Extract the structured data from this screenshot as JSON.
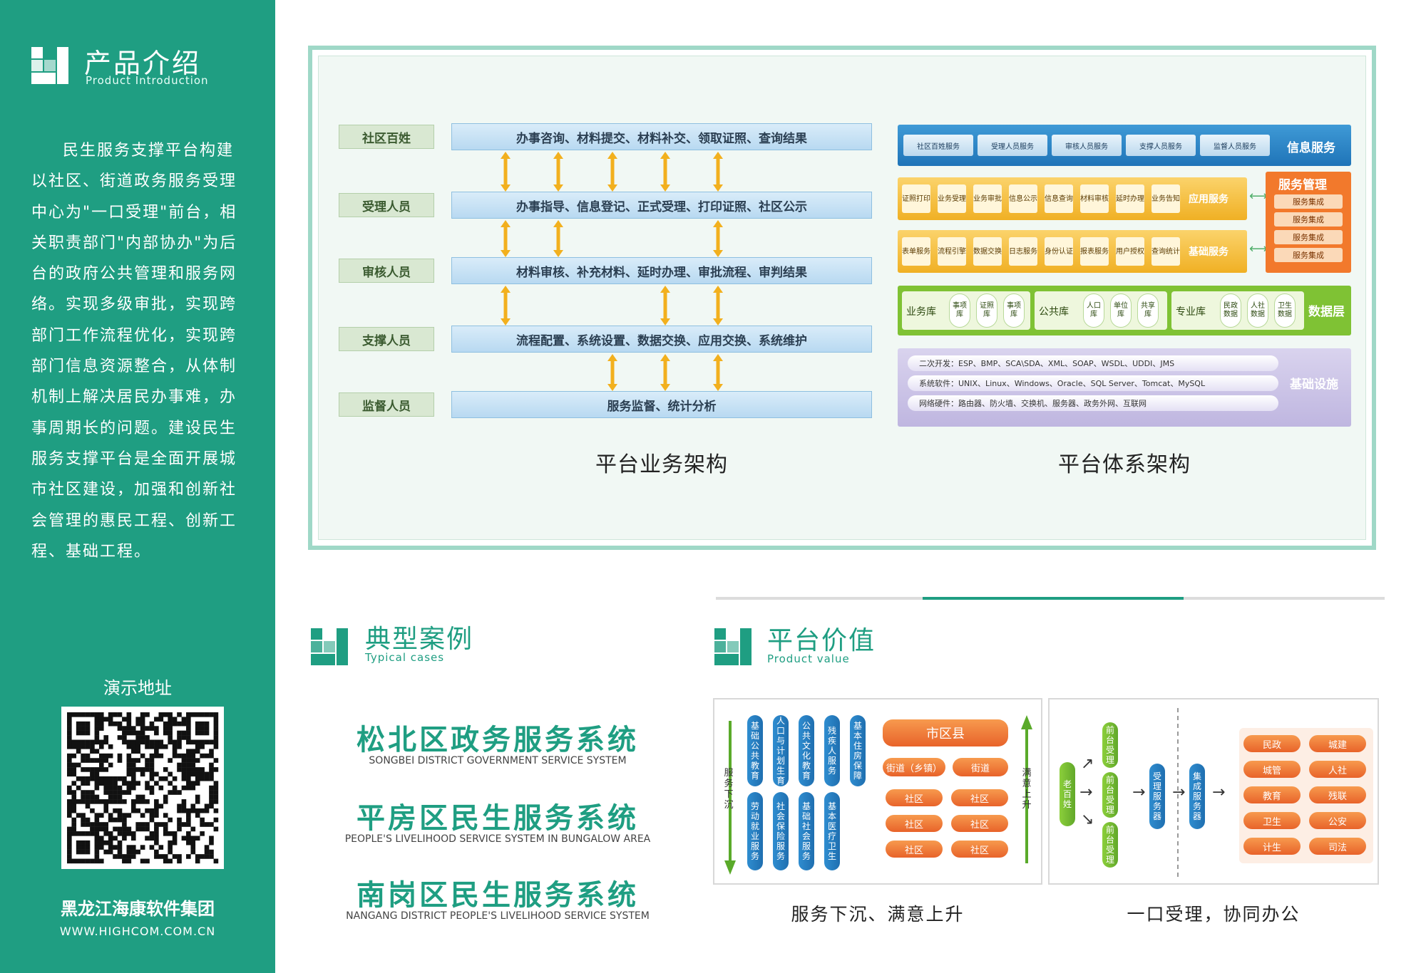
{
  "colors": {
    "brand": "#1f9e82",
    "frame": "#9fd8c7",
    "orange": "#f2792c",
    "blue": "#1f74b8",
    "green": "#7fc234",
    "purple": "#bfb6e0"
  },
  "sidebar": {
    "title": "产品介绍",
    "subtitle": "Product Introduction",
    "intro": "民生服务支撑平台构建以社区、街道政务服务受理中心为\"一口受理\"前台，相关职责部门\"内部协办\"为后台的政府公共管理和服务网络。实现多级审批，实现跨部门工作流程优化，实现跨部门信息资源整合，从体制机制上解决居民办事难，办事周期长的问题。建设民生服务支撑平台是全面开展城市社区建设，加强和创新社会管理的惠民工程、创新工程、基础工程。",
    "demo_label": "演示地址",
    "company": "黑龙江海康软件集团",
    "url": "WWW.HIGHCOM.COM.CN"
  },
  "business_arch": {
    "caption": "平台业务架构",
    "rows": [
      {
        "role": "社区百姓",
        "tasks": "办事咨询、材料提交、材料补交、领取证照、查询结果"
      },
      {
        "role": "受理人员",
        "tasks": "办事指导、信息登记、正式受理、打印证照、社区公示"
      },
      {
        "role": "审核人员",
        "tasks": "材料审核、补充材料、延时办理、审批流程、审判结果"
      },
      {
        "role": "支撑人员",
        "tasks": "流程配置、系统设置、数据交换、应用交换、系统维护"
      },
      {
        "role": "监督人员",
        "tasks": "服务监督、统计分析"
      }
    ]
  },
  "system_arch": {
    "caption": "平台体系架构",
    "info": {
      "label": "信息服务",
      "items": [
        "社区百姓服务",
        "受理人员服务",
        "审核人员服务",
        "支撑人员服务",
        "监督人员服务"
      ]
    },
    "app": {
      "label": "应用服务",
      "items": [
        "证照打印",
        "业务受理",
        "业务审批",
        "信息公示",
        "信息查询",
        "材料审核",
        "延时办理",
        "业务告知"
      ]
    },
    "base": {
      "label": "基础服务",
      "items": [
        "表单服务",
        "流程引擎",
        "数据交换",
        "日志服务",
        "身份认证",
        "报表服务",
        "用户授权",
        "查询统计"
      ]
    },
    "mgmt": {
      "label": "服务管理",
      "items": [
        "服务集成",
        "服务集成",
        "服务集成",
        "服务集成"
      ]
    },
    "data": {
      "label": "数据层",
      "groups": [
        {
          "name": "业务库",
          "items": [
            "事项库",
            "证照库",
            "事项库"
          ]
        },
        {
          "name": "公共库",
          "items": [
            "人口库",
            "单位库",
            "共享库"
          ]
        },
        {
          "name": "专业库",
          "items": [
            "民政数据",
            "人社数据",
            "卫生数据"
          ]
        }
      ]
    },
    "infra": {
      "label": "基础设施",
      "rows": [
        "二次开发：ESP、BMP、SCA\\SDA、XML、SOAP、WSDL、UDDI、JMS",
        "系统软件：UNIX、Linux、Windows、Oracle、SQL Server、Tomcat、MySQL",
        "网络硬件：路由器、防火墙、交换机、服务器、政务外网、互联网"
      ]
    }
  },
  "cases": {
    "title": "典型案例",
    "subtitle": "Typical cases",
    "items": [
      {
        "name": "松北区政务服务系统",
        "en": "SONGBEI DISTRICT GOVERNMENT SERVICE SYSTEM"
      },
      {
        "name": "平房区民生服务系统",
        "en": "PEOPLE'S LIVELIHOOD SERVICE SYSTEM IN BUNGALOW AREA"
      },
      {
        "name": "南岗区民生服务系统",
        "en": "NANGANG DISTRICT PEOPLE'S LIVELIHOOD SERVICE SYSTEM"
      }
    ]
  },
  "value": {
    "title": "平台价值",
    "subtitle": "Product value",
    "panel1": {
      "caption": "服务下沉、满意上升",
      "down_label": "服务下沉",
      "up_label": "满意上升",
      "services_top": [
        "基础公共教育",
        "人口与计划生育",
        "公共文化教育",
        "残疾人服务",
        "基本住房保障"
      ],
      "services_bottom": [
        "劳动就业服务",
        "社会保险服务",
        "基础社会服务",
        "基本医疗卫生"
      ],
      "city": "市区县",
      "street": [
        "街道（乡镇）",
        "街道"
      ],
      "community": [
        "社区",
        "社区",
        "社区",
        "社区",
        "社区",
        "社区"
      ]
    },
    "panel2": {
      "caption": "一口受理，协同办公",
      "citizen": "老百姓",
      "front": [
        "前台受理",
        "前台受理",
        "前台受理"
      ],
      "receiver": "受理服务器",
      "integrator": "集成服务器",
      "depts": [
        "民政",
        "城建",
        "城管",
        "人社",
        "教育",
        "残联",
        "卫生",
        "公安",
        "计生",
        "司法"
      ]
    }
  }
}
